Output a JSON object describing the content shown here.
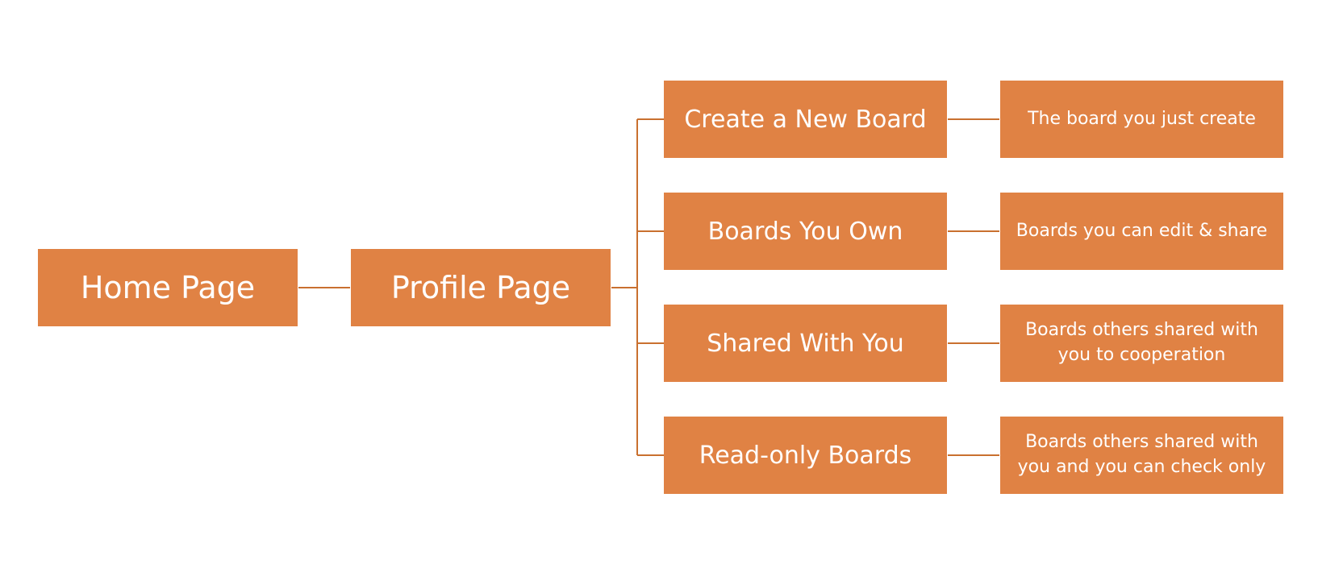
{
  "colors": {
    "box_fill": "#E08244",
    "line": "#C9702F",
    "text": "#FFFFFF"
  },
  "diagram": {
    "root": {
      "label": "Home Page"
    },
    "profile": {
      "label": "Profile Page"
    },
    "sections": [
      {
        "label": "Create a New Board",
        "description": "The board you just create"
      },
      {
        "label": "Boards You Own",
        "description": "Boards you can edit & share"
      },
      {
        "label": "Shared With You",
        "description": "Boards others shared with you to cooperation"
      },
      {
        "label": "Read-only Boards",
        "description": "Boards others shared with you and you can check only"
      }
    ]
  }
}
